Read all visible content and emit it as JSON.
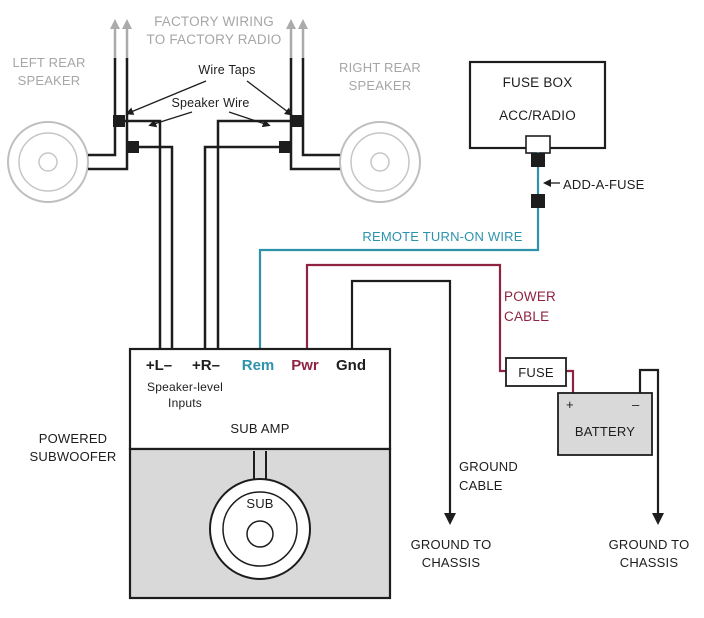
{
  "colors": {
    "accent_teal": "#2d93ad",
    "accent_dark_red": "#8e2342",
    "wire_black": "#1d1d1d",
    "factory_gray": "#a6a6a6",
    "box_fill_gray": "#d9d9d9",
    "speaker_ring_gray": "#bfbfbf"
  },
  "speakers": {
    "left": "LEFT REAR\nSPEAKER",
    "right": "RIGHT REAR\nSPEAKER"
  },
  "factory": {
    "wiring": "FACTORY WIRING\nTO FACTORY RADIO",
    "wire_taps": "Wire Taps",
    "speaker_wire": "Speaker Wire"
  },
  "fuse_box": {
    "title": "FUSE BOX",
    "circuit": "ACC/RADIO",
    "add_a_fuse": "ADD-A-FUSE"
  },
  "wires": {
    "remote": "REMOTE TURN-ON WIRE",
    "power": "POWER\nCABLE",
    "ground": "GROUND\nCABLE"
  },
  "amp": {
    "terminals": [
      {
        "label": "+L–"
      },
      {
        "label": "+R–"
      },
      {
        "label": "Rem"
      },
      {
        "label": "Pwr"
      },
      {
        "label": "Gnd"
      }
    ],
    "inputs": "Speaker-level\nInputs",
    "name": "SUB AMP",
    "enclosure": "POWERED\nSUBWOOFER",
    "driver": "SUB"
  },
  "power": {
    "fuse": "FUSE",
    "battery": "BATTERY",
    "positive": "+",
    "negative": "–"
  },
  "grounds": {
    "amp": "GROUND TO\nCHASSIS",
    "battery": "GROUND TO\nCHASSIS"
  }
}
